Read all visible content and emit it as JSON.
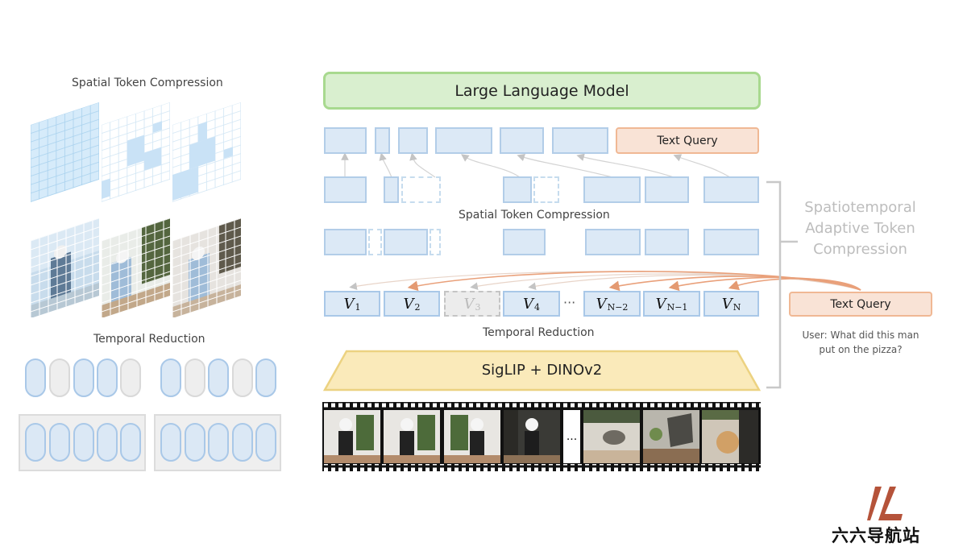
{
  "left": {
    "spatial_title": "Spatial Token Compression",
    "temporal_title": "Temporal Reduction"
  },
  "main": {
    "llm_label": "Large Language Model",
    "text_query_top": "Text Query",
    "spatial_label": "Spatial Token Compression",
    "temporal_label": "Temporal Reduction",
    "encoder_label": "SigLIP + DINOv2",
    "ellipsis": "···",
    "film_gap": "..."
  },
  "video_tokens": [
    {
      "sym": "V",
      "sub": "1",
      "dropped": false
    },
    {
      "sym": "V",
      "sub": "2",
      "dropped": false
    },
    {
      "sym": "V",
      "sub": "3",
      "dropped": true
    },
    {
      "sym": "V",
      "sub": "4",
      "dropped": false
    },
    {
      "sym": "V",
      "sub": "N−2",
      "dropped": false
    },
    {
      "sym": "V",
      "sub": "N−1",
      "dropped": false
    },
    {
      "sym": "V",
      "sub": "N",
      "dropped": false
    }
  ],
  "right": {
    "stc_line1": "Spatiotemporal",
    "stc_line2": "Adaptive Token",
    "stc_line3": "Compression",
    "text_query": "Text Query",
    "user_line1": "User: What did this man",
    "user_line2": "put on the pizza?"
  },
  "watermark": {
    "text": "六六导航站"
  },
  "colors": {
    "llm_fill": "#d9efcf",
    "llm_border": "#a8d98f",
    "query_fill": "#f9e3d6",
    "query_border": "#f0b894",
    "token_fill": "#dce9f6",
    "token_border": "#a9c8e8",
    "encoder_fill": "#faeaba",
    "encoder_border": "#ecd281",
    "arrow_orange": "#e9a07a",
    "arrow_gray": "#c4c4c4",
    "bracket": "#c8c8c8",
    "logo": "#b5533a"
  }
}
